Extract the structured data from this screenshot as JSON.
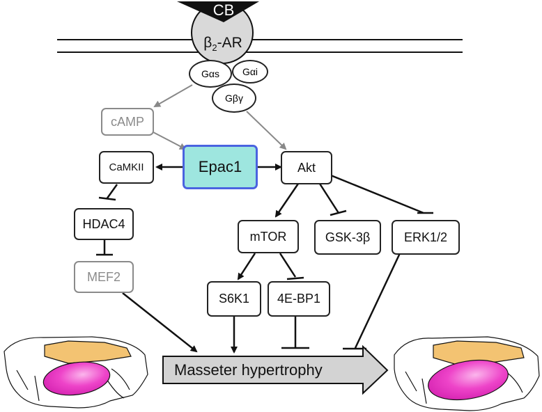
{
  "ligand": {
    "label": "CB"
  },
  "receptor": {
    "label_prefix": "β",
    "label_sub": "2",
    "label_suffix": "-AR"
  },
  "g_proteins": {
    "gas": "Gαs",
    "gai": "Gαi",
    "gbg": "Gβγ"
  },
  "nodes": {
    "camp": "cAMP",
    "epac1": "Epac1",
    "camkii": "CaMKII",
    "akt": "Akt",
    "hdac4": "HDAC4",
    "mef2": "MEF2",
    "mtor": "mTOR",
    "gsk3b": "GSK-3β",
    "erk12": "ERK1/2",
    "s6k1": "S6K1",
    "ebp1": "4E-BP1"
  },
  "outcome": {
    "label": "Masseter hypertrophy"
  },
  "colors": {
    "muscle": "#ee44c9",
    "bone": "#f3c372",
    "epac_fill": "#9ee6df",
    "epac_border": "#4a63e0",
    "arrow_fill": "#d3d3d3"
  }
}
